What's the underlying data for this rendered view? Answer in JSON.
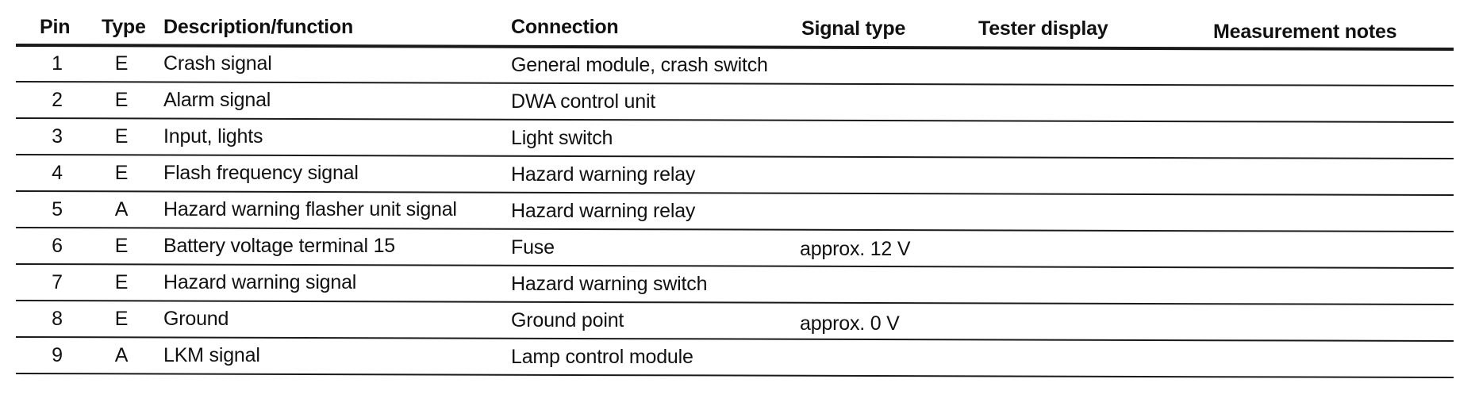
{
  "table": {
    "headers": {
      "pin": "Pin",
      "type": "Type",
      "description": "Description/function",
      "connection": "Connection",
      "signal_type": "Signal type",
      "tester_display": "Tester display",
      "measurement_notes": "Measurement notes"
    },
    "rows": [
      {
        "pin": "1",
        "type": "E",
        "description": "Crash signal",
        "connection": "General module, crash switch",
        "signal_type": ""
      },
      {
        "pin": "2",
        "type": "E",
        "description": "Alarm signal",
        "connection": "DWA control unit",
        "signal_type": ""
      },
      {
        "pin": "3",
        "type": "E",
        "description": "Input, lights",
        "connection": "Light switch",
        "signal_type": ""
      },
      {
        "pin": "4",
        "type": "E",
        "description": "Flash frequency signal",
        "connection": "Hazard warning relay",
        "signal_type": ""
      },
      {
        "pin": "5",
        "type": "A",
        "description": "Hazard warning flasher unit signal",
        "connection": "Hazard warning relay",
        "signal_type": ""
      },
      {
        "pin": "6",
        "type": "E",
        "description": "Battery voltage terminal 15",
        "connection": "Fuse",
        "signal_type": "approx. 12 V"
      },
      {
        "pin": "7",
        "type": "E",
        "description": "Hazard warning signal",
        "connection": "Hazard warning switch",
        "signal_type": ""
      },
      {
        "pin": "8",
        "type": "E",
        "description": "Ground",
        "connection": "Ground point",
        "signal_type": "approx. 0 V"
      },
      {
        "pin": "9",
        "type": "A",
        "description": "LKM signal",
        "connection": "Lamp control module",
        "signal_type": ""
      }
    ]
  }
}
